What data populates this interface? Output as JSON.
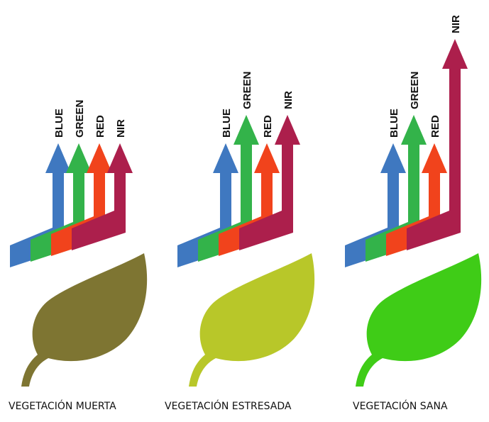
{
  "colors": {
    "blue": "#3f78c0",
    "green": "#33b34a",
    "red": "#f1431c",
    "nir": "#ac1f4c"
  },
  "panels": [
    {
      "caption": "VEGETACIÓN MUERTA",
      "leaf_color": "#7e7532",
      "bands": [
        {
          "label": "BLUE",
          "level": "low"
        },
        {
          "label": "GREEN",
          "level": "low"
        },
        {
          "label": "RED",
          "level": "low"
        },
        {
          "label": "NIR",
          "level": "low"
        }
      ]
    },
    {
      "caption": "VEGETACIÓN ESTRESADA",
      "leaf_color": "#b8c729",
      "bands": [
        {
          "label": "BLUE",
          "level": "low"
        },
        {
          "label": "GREEN",
          "level": "medium"
        },
        {
          "label": "RED",
          "level": "low"
        },
        {
          "label": "NIR",
          "level": "medium"
        }
      ]
    },
    {
      "caption": "VEGETACIÓN SANA",
      "leaf_color": "#3fcc17",
      "bands": [
        {
          "label": "BLUE",
          "level": "low"
        },
        {
          "label": "GREEN",
          "level": "medium"
        },
        {
          "label": "RED",
          "level": "low"
        },
        {
          "label": "NIR",
          "level": "high"
        }
      ]
    }
  ]
}
